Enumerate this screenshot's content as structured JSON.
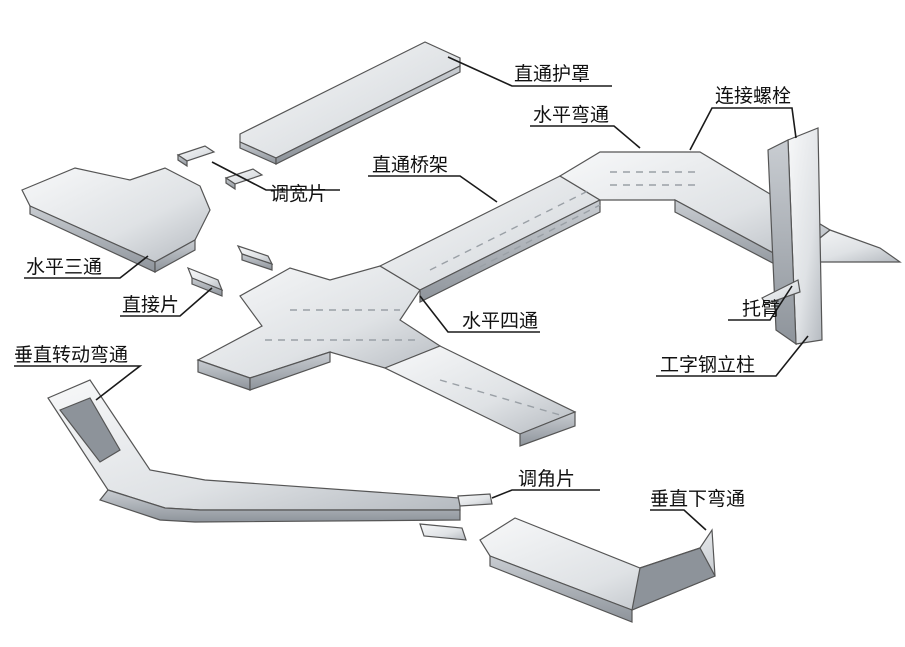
{
  "labels": {
    "zhitong_huzhao": "直通护罩",
    "lianjie_luoshuan": "连接螺栓",
    "shuiping_wantong": "水平弯通",
    "zhitong_qiaojia": "直通桥架",
    "tiaokuan_pian": "调宽片",
    "shuiping_santong": "水平三通",
    "zhijie_pian": "直接片",
    "shuiping_sitong": "水平四通",
    "tuobi": "托臂",
    "chuizhi_zhuandong_wantong": "垂直转动弯通",
    "gongzi_gang_lizhu": "工字钢立柱",
    "tiaojiao_pian": "调角片",
    "chuizhi_xia_wantong": "垂直下弯通"
  },
  "colors": {
    "metal_light": "#f4f5f6",
    "metal_dark": "#b9bec4",
    "outline": "#555555",
    "leader": "#1a1a1a"
  }
}
